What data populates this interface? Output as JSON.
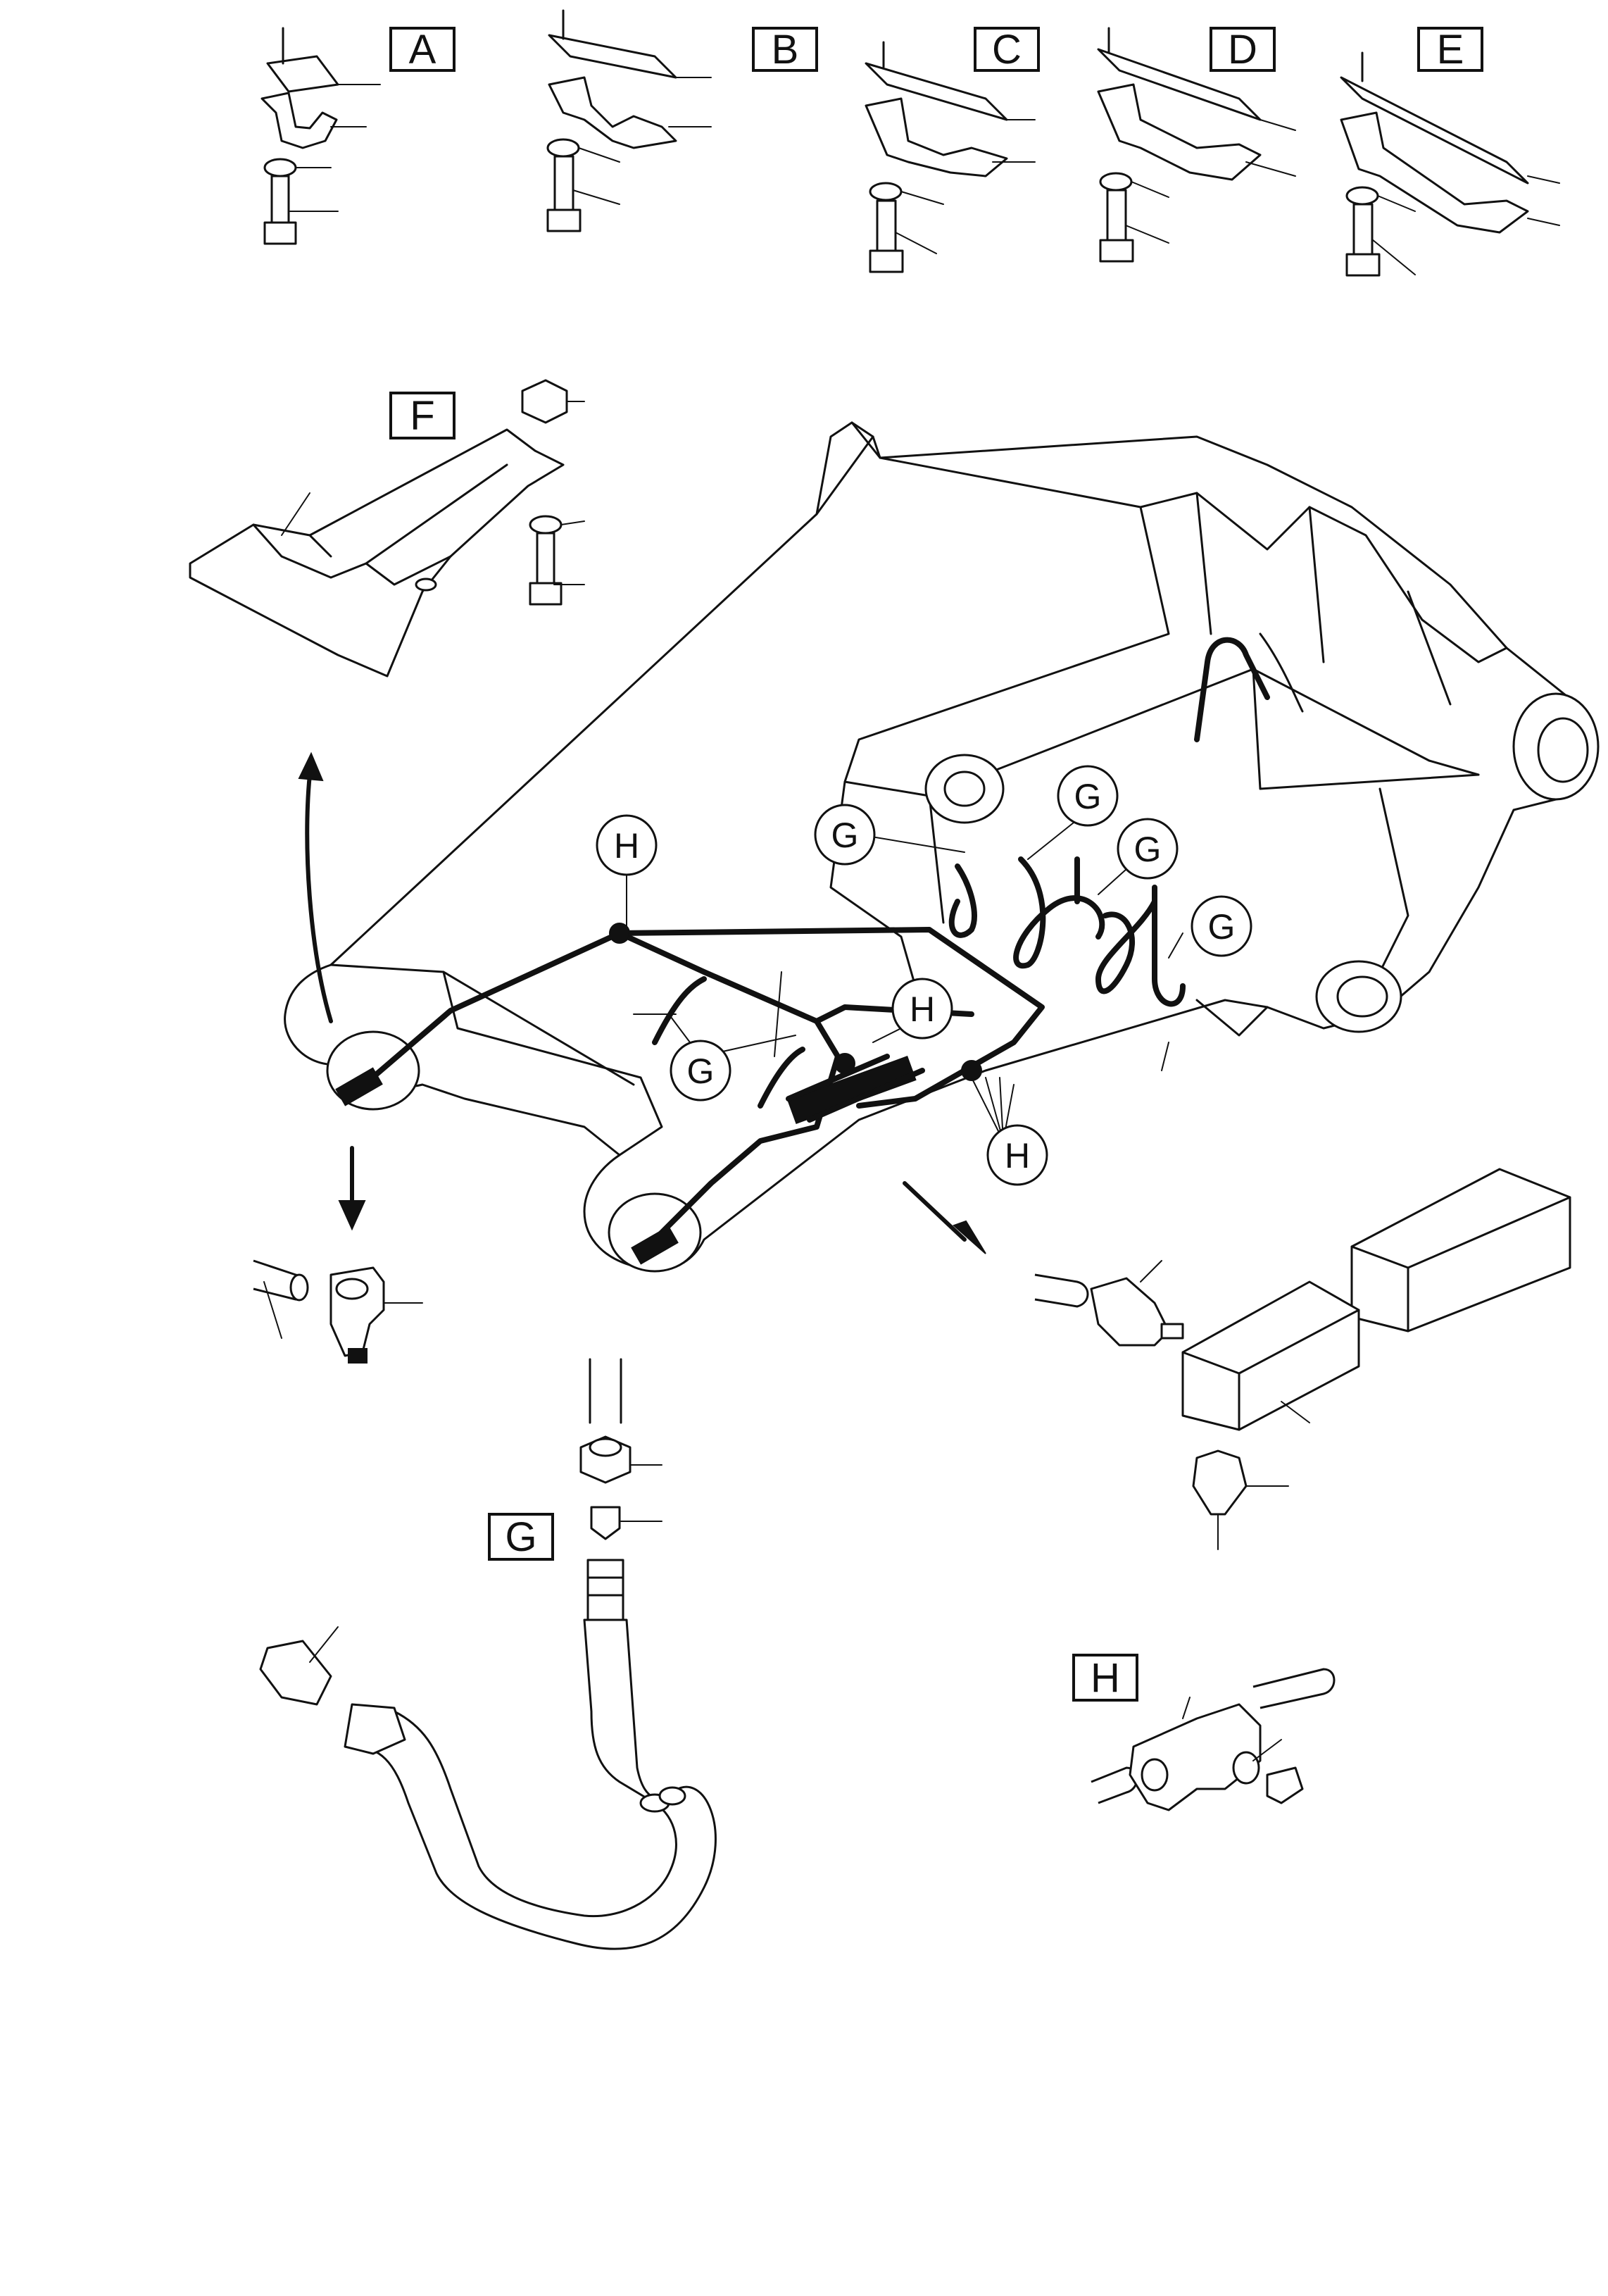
{
  "detail_labels": {
    "a": "A",
    "b": "B",
    "c": "C",
    "d": "D",
    "e": "E",
    "f": "F",
    "g": "G",
    "h": "H"
  },
  "callouts": {
    "g": "G",
    "h": "H"
  }
}
